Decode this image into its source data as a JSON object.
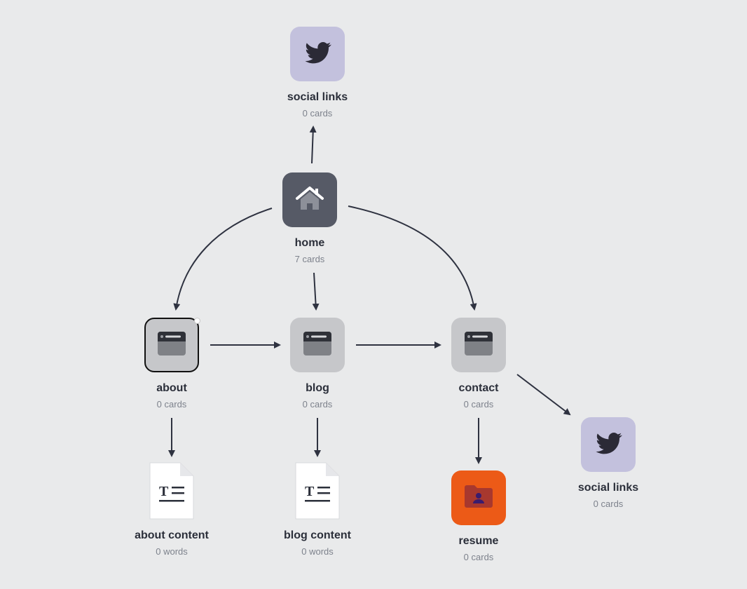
{
  "nodes": {
    "social_top": {
      "title": "social links",
      "meta": "0 cards",
      "icon": "twitter-bird-icon"
    },
    "home": {
      "title": "home",
      "meta": "7 cards",
      "icon": "house-icon"
    },
    "about": {
      "title": "about",
      "meta": "0 cards",
      "icon": "page-window-icon",
      "selected": true
    },
    "blog": {
      "title": "blog",
      "meta": "0 cards",
      "icon": "page-window-icon"
    },
    "contact": {
      "title": "contact",
      "meta": "0 cards",
      "icon": "page-window-icon"
    },
    "social_right": {
      "title": "social links",
      "meta": "0 cards",
      "icon": "twitter-bird-icon"
    },
    "about_content": {
      "title": "about content",
      "meta": "0 words",
      "icon": "text-document-icon"
    },
    "blog_content": {
      "title": "blog content",
      "meta": "0 words",
      "icon": "text-document-icon"
    },
    "resume": {
      "title": "resume",
      "meta": "0 cards",
      "icon": "folder-user-icon"
    }
  },
  "edges": [
    {
      "from": "home",
      "to": "social_links_top"
    },
    {
      "from": "home",
      "to": "about"
    },
    {
      "from": "home",
      "to": "blog"
    },
    {
      "from": "home",
      "to": "contact"
    },
    {
      "from": "about",
      "to": "blog"
    },
    {
      "from": "blog",
      "to": "contact"
    },
    {
      "from": "contact",
      "to": "social_links_right"
    },
    {
      "from": "about",
      "to": "about_content"
    },
    {
      "from": "blog",
      "to": "blog_content"
    },
    {
      "from": "contact",
      "to": "resume"
    }
  ],
  "colors": {
    "background": "#e9eaeb",
    "edge": "#2e3240",
    "twitter_tile": "#c3c1dd",
    "home_tile": "#565a66",
    "page_tile": "#c6c7ca",
    "folder_tile": "#ec5a17"
  }
}
